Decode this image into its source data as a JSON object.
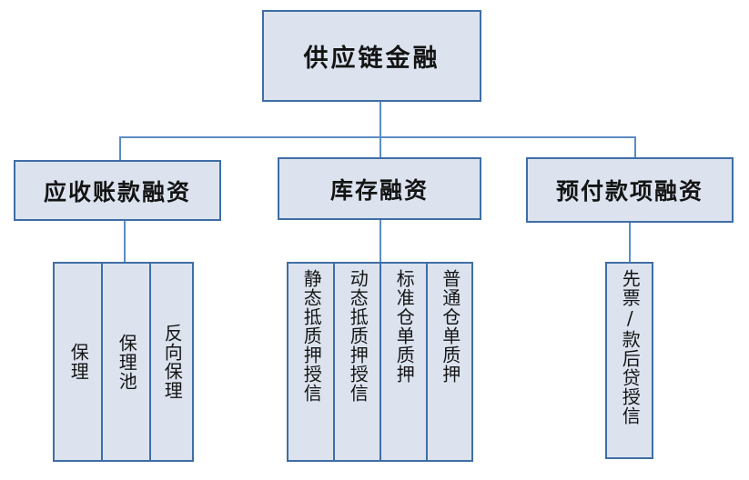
{
  "diagram": {
    "title": "供应链金融",
    "colors": {
      "node_fill": "#dce3ef",
      "node_border": "#3f6ea5",
      "connector": "#5b8cc4",
      "background": "#ffffff",
      "text": "#141414"
    },
    "root": {
      "label": "供应链金融"
    },
    "branches": [
      {
        "label": "应收账款融资",
        "leaves": [
          {
            "label": "保理"
          },
          {
            "label": "保理池"
          },
          {
            "label": "反向保理"
          }
        ]
      },
      {
        "label": "库存融资",
        "leaves": [
          {
            "label": "静态抵质押授信"
          },
          {
            "label": "动态抵质押授信"
          },
          {
            "label": "标准仓单质押"
          },
          {
            "label": "普通仓单质押"
          }
        ]
      },
      {
        "label": "预付款项融资",
        "leaves": [
          {
            "label": "先票/款后贷授信"
          }
        ]
      }
    ]
  }
}
